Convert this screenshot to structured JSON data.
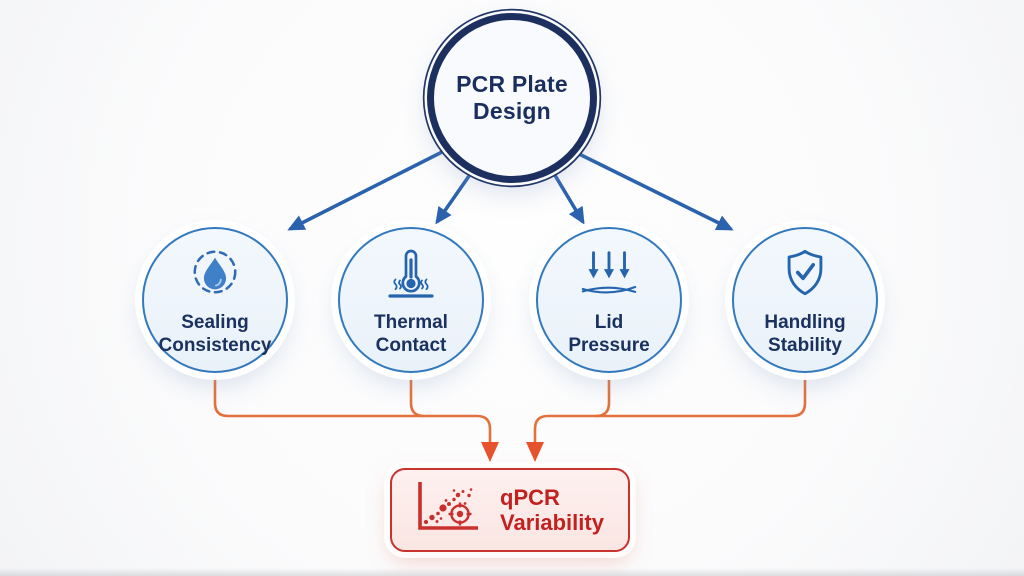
{
  "diagram": {
    "type": "cause-effect-flowchart",
    "root": {
      "label": "PCR Plate\nDesign",
      "icon": null
    },
    "factors": [
      {
        "label": "Sealing\nConsistency",
        "icon": "droplet-icon"
      },
      {
        "label": "Thermal\nContact",
        "icon": "thermometer-icon"
      },
      {
        "label": "Lid\nPressure",
        "icon": "pressure-arrows-icon"
      },
      {
        "label": "Handling\nStability",
        "icon": "shield-check-icon"
      }
    ],
    "outcome": {
      "label": "qPCR\nVariability",
      "icon": "scatter-plot-icon"
    },
    "colors": {
      "root_ring": "#1c2f5f",
      "factor_border": "#3379bd",
      "factor_fill": "#edf3fa",
      "label_text": "#1b3261",
      "blue_arrow": "#2b62ad",
      "orange_connector": "#e2713b",
      "orange_arrowhead": "#e5522c",
      "outcome_border": "#c8322f",
      "outcome_fill": "#fbe9e7",
      "outcome_text": "#c32020",
      "icon_blue": "#2565ae",
      "icon_red": "#c8302e"
    }
  }
}
